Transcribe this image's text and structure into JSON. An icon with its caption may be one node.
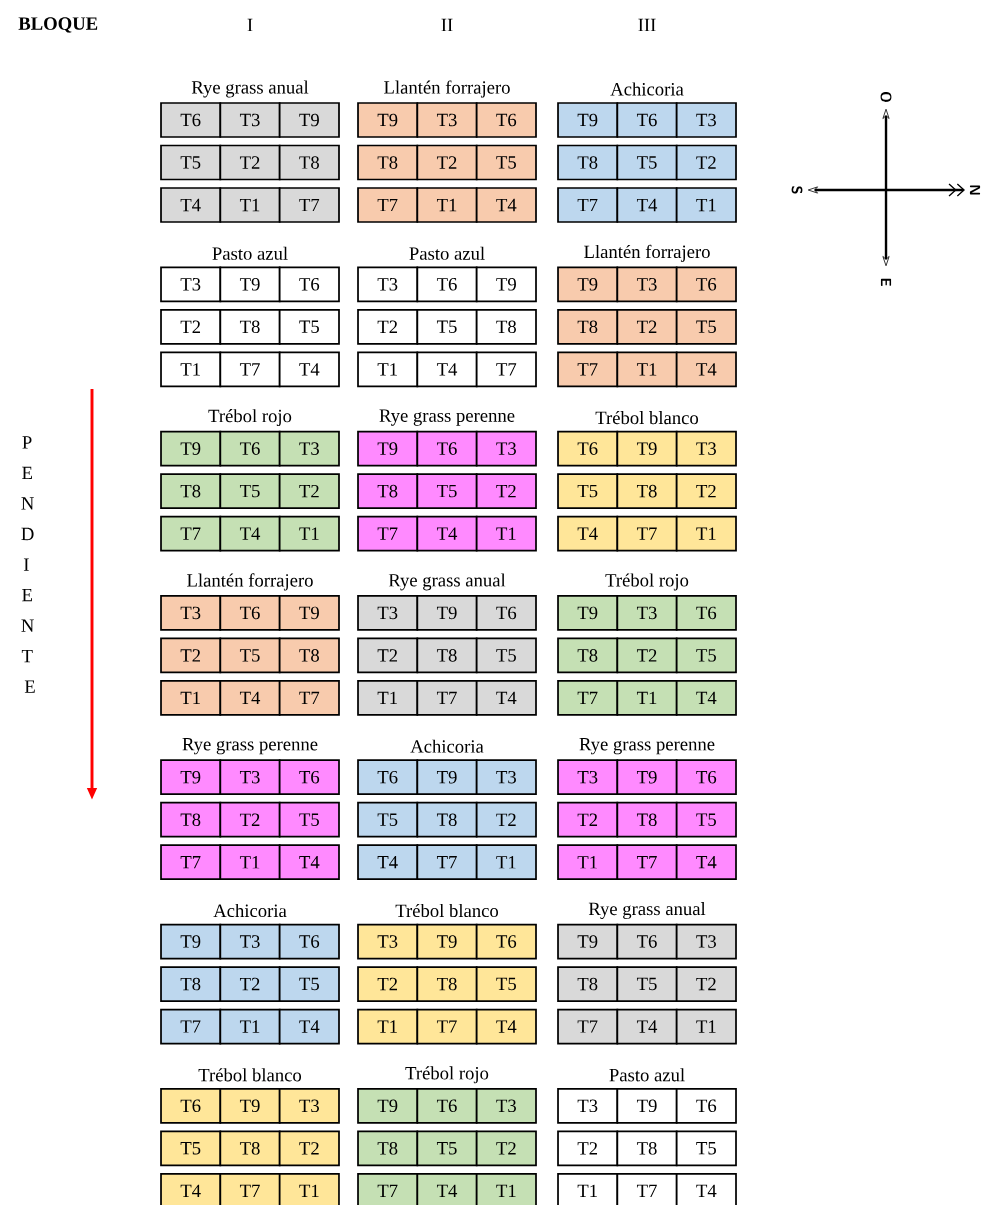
{
  "diagram": {
    "nodes": [
      {
        "text": [
          "T6"
        ]
      },
      {
        "text": [
          "T3"
        ]
      },
      {
        "text": [
          "T9"
        ]
      },
      {
        "text": [
          "T5"
        ]
      },
      {
        "text": [
          "T2"
        ]
      },
      {
        "text": [
          "T8"
        ]
      },
      {
        "text": [
          "T4"
        ]
      },
      {
        "text": [
          "T1"
        ]
      },
      {
        "text": [
          "T7"
        ]
      },
      {
        "text": [
          "T9"
        ]
      },
      {
        "text": [
          "T3"
        ]
      },
      {
        "text": [
          "T6"
        ]
      },
      {
        "text": [
          "T8"
        ]
      },
      {
        "text": [
          "T2"
        ]
      },
      {
        "text": [
          "T5"
        ]
      },
      {
        "text": [
          "T7"
        ]
      },
      {
        "text": [
          "T1"
        ]
      },
      {
        "text": [
          "T4"
        ]
      },
      {
        "text": [
          "T9"
        ]
      },
      {
        "text": [
          "T6"
        ]
      },
      {
        "text": [
          "T3"
        ]
      },
      {
        "text": [
          "T8"
        ]
      },
      {
        "text": [
          "T5"
        ]
      },
      {
        "text": [
          "T2"
        ]
      },
      {
        "text": [
          "T7"
        ]
      },
      {
        "text": [
          "T4"
        ]
      },
      {
        "text": [
          "T1"
        ]
      },
      {
        "text": [
          "T3"
        ]
      },
      {
        "text": [
          "T9"
        ]
      },
      {
        "text": [
          "T6"
        ]
      },
      {
        "text": [
          "T2"
        ]
      },
      {
        "text": [
          "T8"
        ]
      },
      {
        "text": [
          "T5"
        ]
      },
      {
        "text": [
          "T1"
        ]
      },
      {
        "text": [
          "T7"
        ]
      },
      {
        "text": [
          "T4"
        ]
      },
      {
        "text": [
          "T3"
        ]
      },
      {
        "text": [
          "T6"
        ]
      },
      {
        "text": [
          "T9"
        ]
      },
      {
        "text": [
          "T2"
        ]
      },
      {
        "text": [
          "T5"
        ]
      },
      {
        "text": [
          "T8"
        ]
      },
      {
        "text": [
          "T1"
        ]
      },
      {
        "text": [
          "T4"
        ]
      },
      {
        "text": [
          "T7"
        ]
      },
      {
        "text": [
          "T9"
        ]
      },
      {
        "text": [
          "T3"
        ]
      },
      {
        "text": [
          "T6"
        ]
      },
      {
        "text": [
          "T8"
        ]
      },
      {
        "text": [
          "T2"
        ]
      },
      {
        "text": [
          "T5"
        ]
      },
      {
        "text": [
          "T7"
        ]
      },
      {
        "text": [
          "T1"
        ]
      },
      {
        "text": [
          "T4"
        ]
      },
      {
        "text": [
          "T9"
        ]
      },
      {
        "text": [
          "T6"
        ]
      },
      {
        "text": [
          "T3"
        ]
      },
      {
        "text": [
          "T8"
        ]
      },
      {
        "text": [
          "T5"
        ]
      },
      {
        "text": [
          "T2"
        ]
      },
      {
        "text": [
          "T7"
        ]
      },
      {
        "text": [
          "T4"
        ]
      },
      {
        "text": [
          "T1"
        ]
      },
      {
        "text": [
          "T9"
        ]
      },
      {
        "text": [
          "T6"
        ]
      },
      {
        "text": [
          "T3"
        ]
      },
      {
        "text": [
          "T8"
        ]
      },
      {
        "text": [
          "T5"
        ]
      },
      {
        "text": [
          "T2"
        ]
      },
      {
        "text": [
          "T7"
        ]
      },
      {
        "text": [
          "T4"
        ]
      },
      {
        "text": [
          "T1"
        ]
      },
      {
        "text": [
          "T6"
        ]
      },
      {
        "text": [
          "T9"
        ]
      },
      {
        "text": [
          "T3"
        ]
      },
      {
        "text": [
          "T5"
        ]
      },
      {
        "text": [
          "T8"
        ]
      },
      {
        "text": [
          "T2"
        ]
      },
      {
        "text": [
          "T4"
        ]
      },
      {
        "text": [
          "T7"
        ]
      },
      {
        "text": [
          "T1"
        ]
      },
      {
        "text": [
          "T3"
        ]
      },
      {
        "text": [
          "T6"
        ]
      },
      {
        "text": [
          "T9"
        ]
      },
      {
        "text": [
          "T2"
        ]
      },
      {
        "text": [
          "T5"
        ]
      },
      {
        "text": [
          "T8"
        ]
      },
      {
        "text": [
          "T1"
        ]
      },
      {
        "text": [
          "T4"
        ]
      },
      {
        "text": [
          "T7"
        ]
      },
      {
        "text": [
          "T3"
        ]
      },
      {
        "text": [
          "T9"
        ]
      },
      {
        "text": [
          "T6"
        ]
      },
      {
        "text": [
          "T2"
        ]
      },
      {
        "text": [
          "T8"
        ]
      },
      {
        "text": [
          "T5"
        ]
      },
      {
        "text": [
          "T1"
        ]
      },
      {
        "text": [
          "T7"
        ]
      },
      {
        "text": [
          "T4"
        ]
      },
      {
        "text": [
          "T9"
        ]
      },
      {
        "text": [
          "T3"
        ]
      },
      {
        "text": [
          "T6"
        ]
      },
      {
        "text": [
          "T8"
        ]
      },
      {
        "text": [
          "T2"
        ]
      },
      {
        "text": [
          "T5"
        ]
      },
      {
        "text": [
          "T7"
        ]
      },
      {
        "text": [
          "T1"
        ]
      },
      {
        "text": [
          "T4"
        ]
      },
      {
        "text": [
          "T9"
        ]
      },
      {
        "text": [
          "T3"
        ]
      },
      {
        "text": [
          "T6"
        ]
      },
      {
        "text": [
          "T8"
        ]
      },
      {
        "text": [
          "T2"
        ]
      },
      {
        "text": [
          "T5"
        ]
      },
      {
        "text": [
          "T7"
        ]
      },
      {
        "text": [
          "T1"
        ]
      },
      {
        "text": [
          "T4"
        ]
      },
      {
        "text": [
          "T6"
        ]
      },
      {
        "text": [
          "T9"
        ]
      },
      {
        "text": [
          "T3"
        ]
      },
      {
        "text": [
          "T5"
        ]
      },
      {
        "text": [
          "T8"
        ]
      },
      {
        "text": [
          "T2"
        ]
      },
      {
        "text": [
          "T4"
        ]
      },
      {
        "text": [
          "T7"
        ]
      },
      {
        "text": [
          "T1"
        ]
      },
      {
        "text": [
          "T3"
        ]
      },
      {
        "text": [
          "T9"
        ]
      },
      {
        "text": [
          "T6"
        ]
      },
      {
        "text": [
          "T2"
        ]
      },
      {
        "text": [
          "T8"
        ]
      },
      {
        "text": [
          "T5"
        ]
      },
      {
        "text": [
          "T1"
        ]
      },
      {
        "text": [
          "T7"
        ]
      },
      {
        "text": [
          "T4"
        ]
      },
      {
        "text": [
          "T9"
        ]
      },
      {
        "text": [
          "T3"
        ]
      },
      {
        "text": [
          "T6"
        ]
      },
      {
        "text": [
          "T8"
        ]
      },
      {
        "text": [
          "T2"
        ]
      },
      {
        "text": [
          "T5"
        ]
      },
      {
        "text": [
          "T7"
        ]
      },
      {
        "text": [
          "T1"
        ]
      },
      {
        "text": [
          "T4"
        ]
      },
      {
        "text": [
          "T3"
        ]
      },
      {
        "text": [
          "T9"
        ]
      },
      {
        "text": [
          "T6"
        ]
      },
      {
        "text": [
          "T2"
        ]
      },
      {
        "text": [
          "T8"
        ]
      },
      {
        "text": [
          "T5"
        ]
      },
      {
        "text": [
          "T1"
        ]
      },
      {
        "text": [
          "T7"
        ]
      },
      {
        "text": [
          "T4"
        ]
      },
      {
        "text": [
          "T9"
        ]
      },
      {
        "text": [
          "T6"
        ]
      },
      {
        "text": [
          "T3"
        ]
      },
      {
        "text": [
          "T8"
        ]
      },
      {
        "text": [
          "T5"
        ]
      },
      {
        "text": [
          "T2"
        ]
      },
      {
        "text": [
          "T7"
        ]
      },
      {
        "text": [
          "T4"
        ]
      },
      {
        "text": [
          "T1"
        ]
      },
      {
        "text": [
          "T6"
        ]
      },
      {
        "text": [
          "T9"
        ]
      },
      {
        "text": [
          "T3"
        ]
      },
      {
        "text": [
          "T5"
        ]
      },
      {
        "text": [
          "T8"
        ]
      },
      {
        "text": [
          "T2"
        ]
      },
      {
        "text": [
          "T4"
        ]
      },
      {
        "text": [
          "T7"
        ]
      },
      {
        "text": [
          "T1"
        ]
      },
      {
        "text": [
          "T9"
        ]
      },
      {
        "text": [
          "T6"
        ]
      },
      {
        "text": [
          "T3"
        ]
      },
      {
        "text": [
          "T8"
        ]
      },
      {
        "text": [
          "T5"
        ]
      },
      {
        "text": [
          "T2"
        ]
      },
      {
        "text": [
          "T7"
        ]
      },
      {
        "text": [
          "T4"
        ]
      },
      {
        "text": [
          "T1"
        ]
      },
      {
        "text": [
          "T3"
        ]
      },
      {
        "text": [
          "T9"
        ]
      },
      {
        "text": [
          "T6"
        ]
      },
      {
        "text": [
          "T2"
        ]
      },
      {
        "text": [
          "T8"
        ]
      },
      {
        "text": [
          "T5"
        ]
      },
      {
        "text": [
          "T1"
        ]
      },
      {
        "text": [
          "T7"
        ]
      },
      {
        "text": [
          "T4"
        ]
      }
    ],
    "labels": [
      "BLOQUE",
      "I",
      "II",
      "III",
      "Rye grass anual",
      "Llantén forrajero",
      "Achicoria",
      "O",
      "S",
      "N",
      "E",
      "Pasto azul",
      "Pasto azul",
      "Llantén forrajero",
      "PENDIENTE",
      "Trébol rojo",
      "Rye grass perenne",
      "Trébol blanco",
      "Llantén forrajero",
      "Rye grass anual",
      "Trébol rojo",
      "Rye grass perenne",
      "Achicoria",
      "Rye grass perenne",
      "Achicoria",
      "Trébol blanco",
      "Rye grass anual",
      "Trébol blanco",
      "Trébol rojo",
      "Pasto azul"
    ]
  }
}
